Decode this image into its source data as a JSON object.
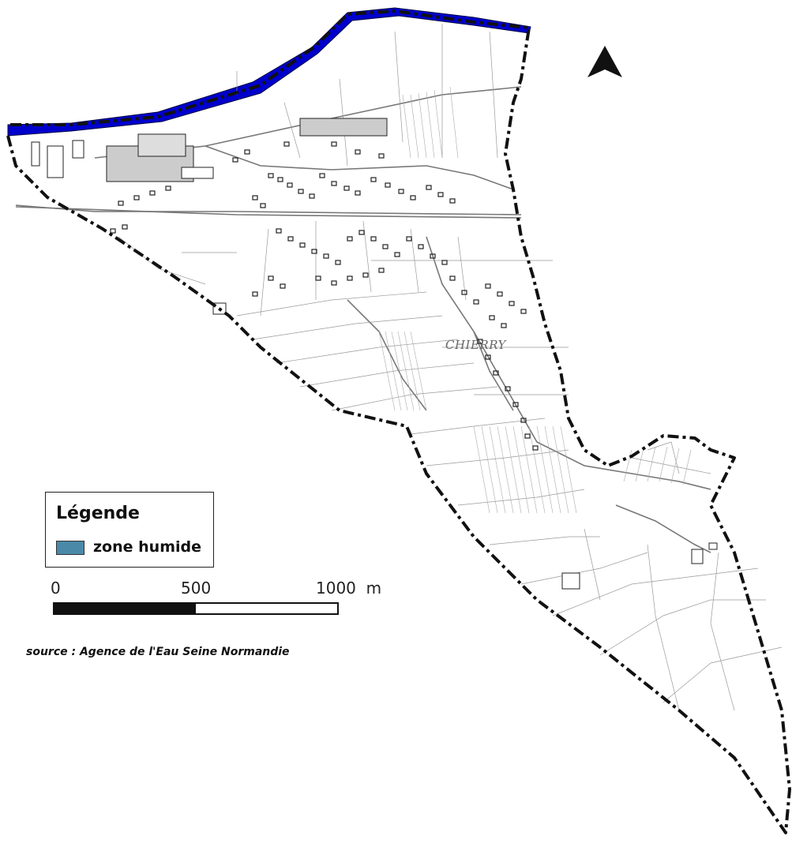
{
  "map": {
    "place_name": "CHIERRY",
    "wetland_color": "#0000cc",
    "boundary_style": "dash-dot black",
    "north_arrow_icon": "north-arrow-icon"
  },
  "legend": {
    "title": "Légende",
    "items": [
      {
        "label": "zone humide",
        "color": "#4a8aa8"
      }
    ]
  },
  "source": "source : Agence de l'Eau Seine Normandie",
  "scale_bar": {
    "labels": [
      "0",
      "500",
      "1000  m"
    ]
  }
}
